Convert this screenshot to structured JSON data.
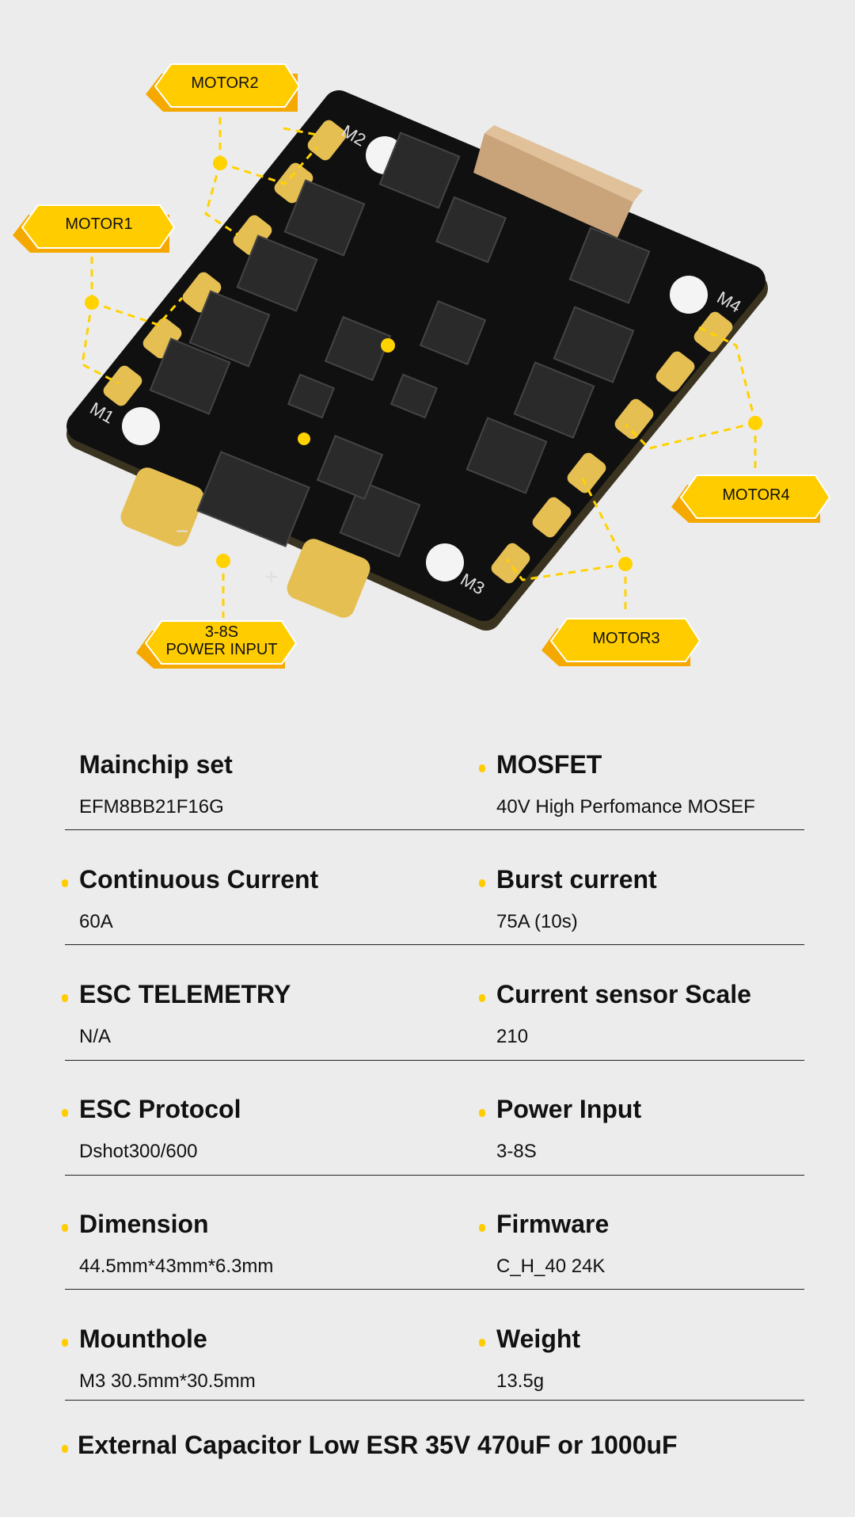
{
  "labels": {
    "motor1": "MOTOR1",
    "motor2": "MOTOR2",
    "motor3": "MOTOR3",
    "motor4": "MOTOR4",
    "power_line1": "3-8S",
    "power_line2": "POWER INPUT"
  },
  "board_marks": {
    "m1": "M1",
    "m2": "M2",
    "m3": "M3",
    "m4": "M4",
    "minus": "−",
    "plus": "+"
  },
  "specs": [
    {
      "title": "Mainchip set",
      "value": "EFM8BB21F16G",
      "bullet": false
    },
    {
      "title": "MOSFET",
      "value": "40V High Perfomance MOSEF",
      "bullet": true
    },
    {
      "title": "Continuous Current",
      "value": "60A",
      "bullet": true
    },
    {
      "title": "Burst current",
      "value": "75A (10s)",
      "bullet": true
    },
    {
      "title": "ESC TELEMETRY",
      "value": "N/A",
      "bullet": true
    },
    {
      "title": "Current sensor Scale",
      "value": "210",
      "bullet": true
    },
    {
      "title": "ESC Protocol",
      "value": "Dshot300/600",
      "bullet": true
    },
    {
      "title": "Power Input",
      "value": "3-8S",
      "bullet": true
    },
    {
      "title": "Dimension",
      "value": "44.5mm*43mm*6.3mm",
      "bullet": true
    },
    {
      "title": "Firmware",
      "value": "C_H_40 24K",
      "bullet": true
    },
    {
      "title": "Mounthole",
      "value": "M3 30.5mm*30.5mm",
      "bullet": true
    },
    {
      "title": "Weight",
      "value": "13.5g",
      "bullet": true
    }
  ],
  "footer_note": "External Capacitor Low ESR 35V 470uF or 1000uF",
  "colors": {
    "accent": "#ffcc00",
    "accent_dark": "#f5a800",
    "background": "#ececec",
    "board": "#111111",
    "pad": "#e8c050"
  }
}
